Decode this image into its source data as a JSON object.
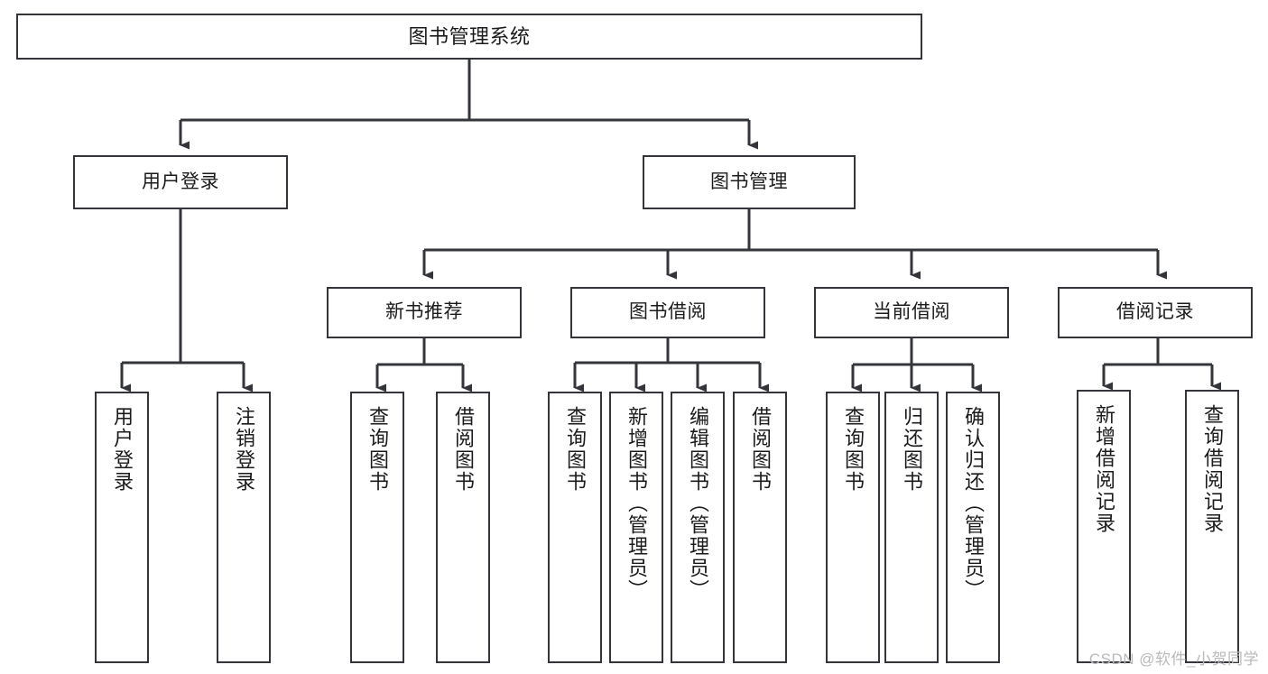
{
  "diagram": {
    "title": "图书管理系统",
    "watermark": "CSDN @软件_小贺同学",
    "style": {
      "border_color": "#33353a",
      "fill_color": "#ffffff",
      "line_color": "#33353a",
      "text_color": "#1b1b1b",
      "watermark_color": "#b9b9b9"
    },
    "nodes": {
      "root": {
        "label": "图书管理系统"
      },
      "level2": [
        {
          "id": "user-login",
          "label": "用户登录"
        },
        {
          "id": "book-manage",
          "label": "图书管理"
        }
      ],
      "level3": [
        {
          "id": "new-book-rec",
          "label": "新书推荐"
        },
        {
          "id": "book-borrow",
          "label": "图书借阅"
        },
        {
          "id": "current-borrow",
          "label": "当前借阅"
        },
        {
          "id": "borrow-record",
          "label": "借阅记录"
        }
      ],
      "leaves": {
        "user-login": [
          {
            "id": "leaf-user-login",
            "label": "用户登录"
          },
          {
            "id": "leaf-logout",
            "label": "注销登录"
          }
        ],
        "new-book-rec": [
          {
            "id": "leaf-query-book-1",
            "label": "查询图书"
          },
          {
            "id": "leaf-borrow-book-1",
            "label": "借阅图书"
          }
        ],
        "book-borrow": [
          {
            "id": "leaf-query-book-2",
            "label": "查询图书"
          },
          {
            "id": "leaf-add-book",
            "label": "新增图书（管理员）"
          },
          {
            "id": "leaf-edit-book",
            "label": "编辑图书（管理员）"
          },
          {
            "id": "leaf-borrow-book-2",
            "label": "借阅图书"
          }
        ],
        "current-borrow": [
          {
            "id": "leaf-query-book-3",
            "label": "查询图书"
          },
          {
            "id": "leaf-return-book",
            "label": "归还图书"
          },
          {
            "id": "leaf-confirm-return",
            "label": "确认归还（管理员）"
          }
        ],
        "borrow-record": [
          {
            "id": "leaf-add-record",
            "label": "新增借阅记录"
          },
          {
            "id": "leaf-query-record",
            "label": "查询借阅记录"
          }
        ]
      }
    }
  }
}
